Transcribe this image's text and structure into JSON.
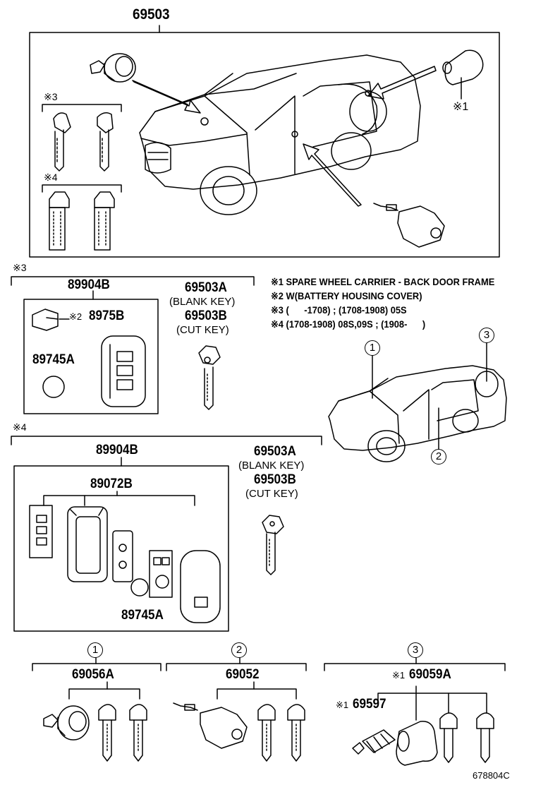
{
  "labels": {
    "p69503": "69503",
    "mark1_top": "※1",
    "mark3_top": "※3",
    "mark4_top": "※4",
    "mark3_group": "※3",
    "p89904B_a": "89904B",
    "mark2_small": "※2",
    "p8975B": "8975B",
    "p89745A_a": "89745A",
    "p69503A_a": "69503A",
    "blank_key_a": "(BLANK KEY)",
    "p69503B_a": "69503B",
    "cut_key_a": "(CUT KEY)",
    "mark4_group": "※4",
    "p89904B_b": "89904B",
    "p89072B": "89072B",
    "p89745A_b": "89745A",
    "p69503A_b": "69503A",
    "blank_key_b": "(BLANK KEY)",
    "p69503B_b": "69503B",
    "cut_key_b": "(CUT KEY)",
    "circle1": "1",
    "circle2": "2",
    "circle3": "3",
    "p69056A": "69056A",
    "p69052": "69052",
    "mark1_a": "※1",
    "p69059A": "69059A",
    "mark1_b": "※1",
    "p69597": "69597",
    "figure_code": "678804C"
  },
  "notes": [
    "※1 SPARE WHEEL CARRIER - BACK DOOR FRAME",
    "※2 W(BATTERY HOUSING COVER)",
    "※3 (      -1708) ; (1708-1908) 05S",
    "※4 (1708-1908) 08S,09S ; (1908-      )"
  ],
  "callouts": {
    "c1": "1",
    "c2": "2",
    "c3": "3"
  }
}
